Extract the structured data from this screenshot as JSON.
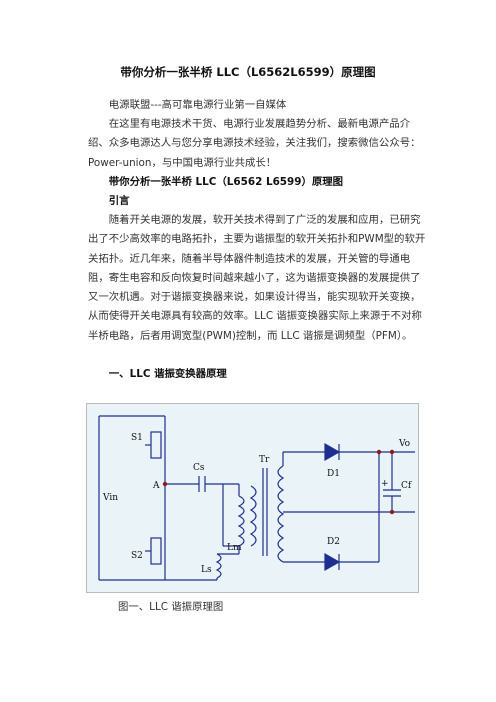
{
  "title": "带你分析一张半桥 LLC（L6562L6599）原理图",
  "intro_line1": "电源联盟---高可靠电源行业第一自媒体",
  "intro_para": "在这里有电源技术干货、电源行业发展趋势分析、最新电源产品介绍、众多电源达人与您分享电源技术经验，关注我们，搜索微信公众号：Power-union，与中国电源行业共成长！",
  "subtitle": "带你分析一张半桥 LLC（L6562 L6599）原理图",
  "section_intro": "引言",
  "body_para": "随着开关电源的发展，软开关技术得到了广泛的发展和应用，已研究出了不少高效率的电路拓扑，主要为谐振型的软开关拓扑和PWM型的软开关拓扑。近几年来，随着半导体器件制造技术的发展，开关管的导通电阻，寄生电容和反向恢复时间越来越小了，这为谐振变换器的发展提供了又一次机遇。对于谐振变换器来说，如果设计得当，能实现软开关变换，从而使得开关电源具有较高的效率。LLC 谐振变换器实际上来源于不对称半桥电路，后者用调宽型(PWM)控制，而 LLC 谐振是调频型（PFM）。",
  "section_1": "一、LLC 谐振变换器原理",
  "figure_caption": "图一、LLC 谐振原理图",
  "circuit_labels": {
    "s1": "S1",
    "s2": "S2",
    "vin": "Vin",
    "a": "A",
    "cs": "Cs",
    "tr": "Tr",
    "lm": "Lm",
    "ls": "Ls",
    "d1": "D1",
    "d2": "D2",
    "vo": "Vo",
    "cf": "Cf",
    "plus": "+"
  },
  "colors": {
    "wire_blue": "#1f2f8f",
    "wire_dark": "#333333",
    "figure_bg": "#eaf3f7"
  }
}
